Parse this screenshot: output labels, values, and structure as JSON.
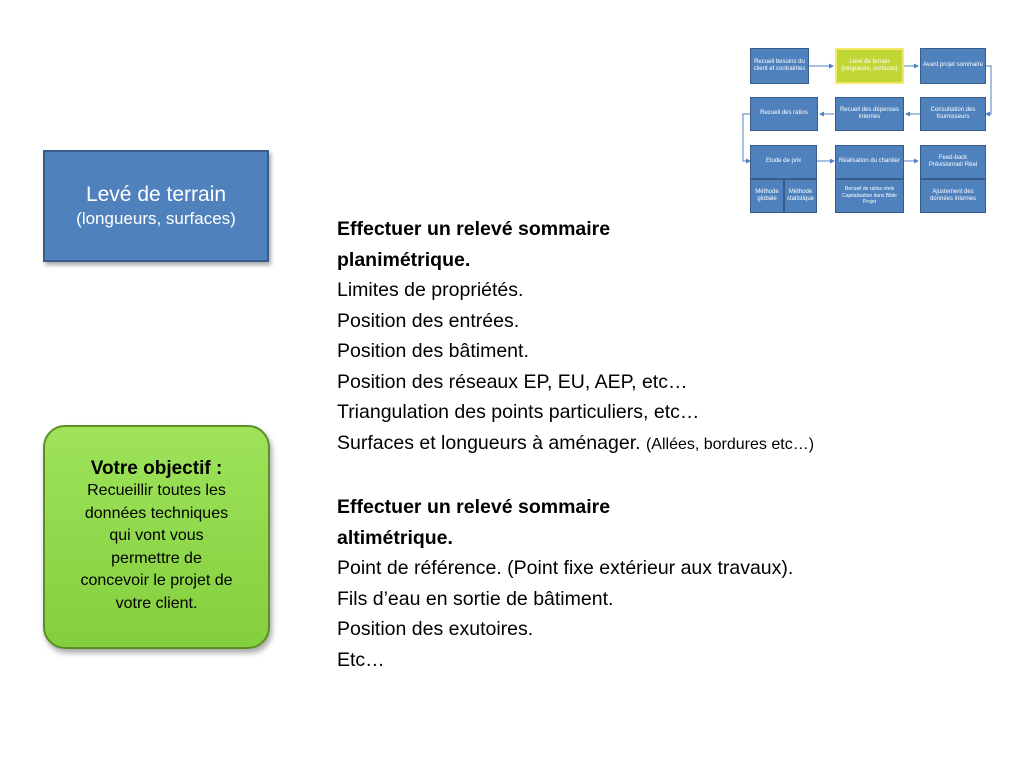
{
  "title_box": {
    "line1": "Levé de terrain",
    "line2": "(longueurs, surfaces)",
    "color": "#4f81bd"
  },
  "goal_box": {
    "title": "Votre objectif :",
    "lines": [
      "Recueillir  toutes les",
      "données techniques",
      "qui vont vous",
      "permettre de",
      "concevoir le projet de",
      "votre client."
    ],
    "color": "#92d050"
  },
  "content": {
    "section1": {
      "heading_line1": "Effectuer un relevé sommaire",
      "heading_line2": "planimétrique.",
      "items": [
        "Limites de propriétés.",
        "Position des entrées.",
        "Position des bâtiment.",
        "Position des réseaux EP, EU, AEP, etc…",
        "Triangulation des points particuliers, etc…"
      ],
      "last_item_main": "Surfaces et longueurs à aménager.",
      "last_item_note": "(Allées, bordures etc…)"
    },
    "section2": {
      "heading_line1": "Effectuer un relevé sommaire",
      "heading_line2": "altimétrique.",
      "items": [
        "Point de référence. (Point fixe extérieur aux travaux).",
        "Fils d’eau en sortie de bâtiment.",
        "Position des exutoires.",
        "Etc…"
      ]
    }
  },
  "diagram": {
    "nodes": {
      "recueil_besoins": "Recueil besoins du client et contraintes",
      "leve_terrain": "Levé de terrain (longueurs, surfaces)",
      "avant_projet": "Avant projet sommaire",
      "recueil_ratios": "Recueil des ratios",
      "recueil_depenses": "Recueil des dépenses internes",
      "consultation": "Consultation des fournisseurs",
      "etude_prix": "Etude de prix",
      "realisation": "Réalisation du chantier",
      "feedback": "Feed-back Prévisionnel/ Réel",
      "methode_globale": "Méthode globale",
      "methode_statistique": "Méthode statistique",
      "capitalisation": "Recueil de ratios réels Capitalisation dans Bible Projet",
      "ajustement": "Ajustement des données internes"
    },
    "highlight_color": "#c0d736",
    "node_color": "#4f81bd"
  }
}
